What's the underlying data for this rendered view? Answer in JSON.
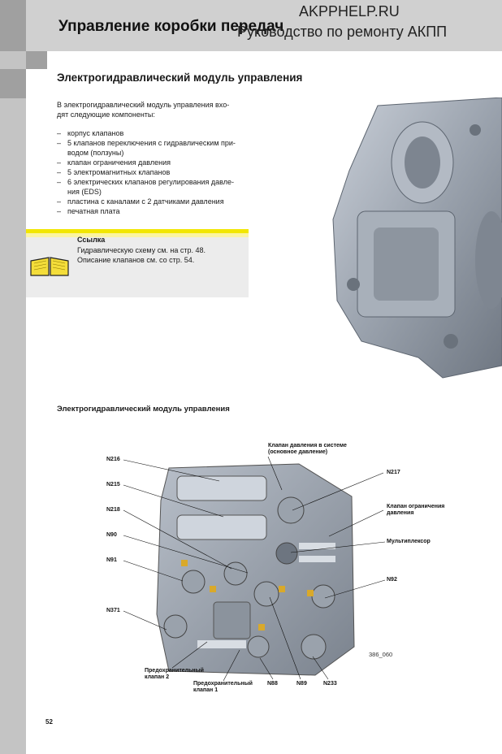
{
  "header": {
    "title": "Управление коробки передач",
    "watermark_site": "AKPPHELP.RU",
    "watermark_subtitle": "Руководство по ремонту АКПП"
  },
  "section": {
    "title": "Электрогидравлический модуль управления",
    "intro_line1": "В электрогидравлический модуль управления вхо-",
    "intro_line2": "дят следующие компоненты:",
    "components": [
      "корпус клапанов",
      "5 клапанов переключения с гидравлическим при-",
      "водом (ползуны)",
      "клапан ограничения давления",
      "5 электромагнитных клапанов",
      "6 электрических клапанов регулирования давле-",
      "ния (EDS)",
      "пластина с каналами с 2 датчиками давления",
      "печатная плата"
    ]
  },
  "reference": {
    "title": "Ссылка",
    "line1": "Гидравлическую схему см. на стр. 48.",
    "line2": "Описание клапанов см. со стр. 54."
  },
  "diagram": {
    "title": "Электрогидравлический модуль управления",
    "figure_code": "386_060",
    "labels": {
      "n216": "N216",
      "n215": "N215",
      "n218": "N218",
      "n90": "N90",
      "n91": "N91",
      "n371": "N371",
      "n217": "N217",
      "n92": "N92",
      "n88": "N88",
      "n89": "N89",
      "n233": "N233",
      "system_valve_1": "Клапан давления в системе",
      "system_valve_2": "(основное давление)",
      "limit_valve_1": "Клапан ограничения",
      "limit_valve_2": "давления",
      "multiplexer": "Мультиплексор",
      "safety2_1": "Предохранительный",
      "safety2_2": "клапан 2",
      "safety1_1": "Предохранительный",
      "safety1_2": "клапан 1"
    }
  },
  "page_number": "52"
}
